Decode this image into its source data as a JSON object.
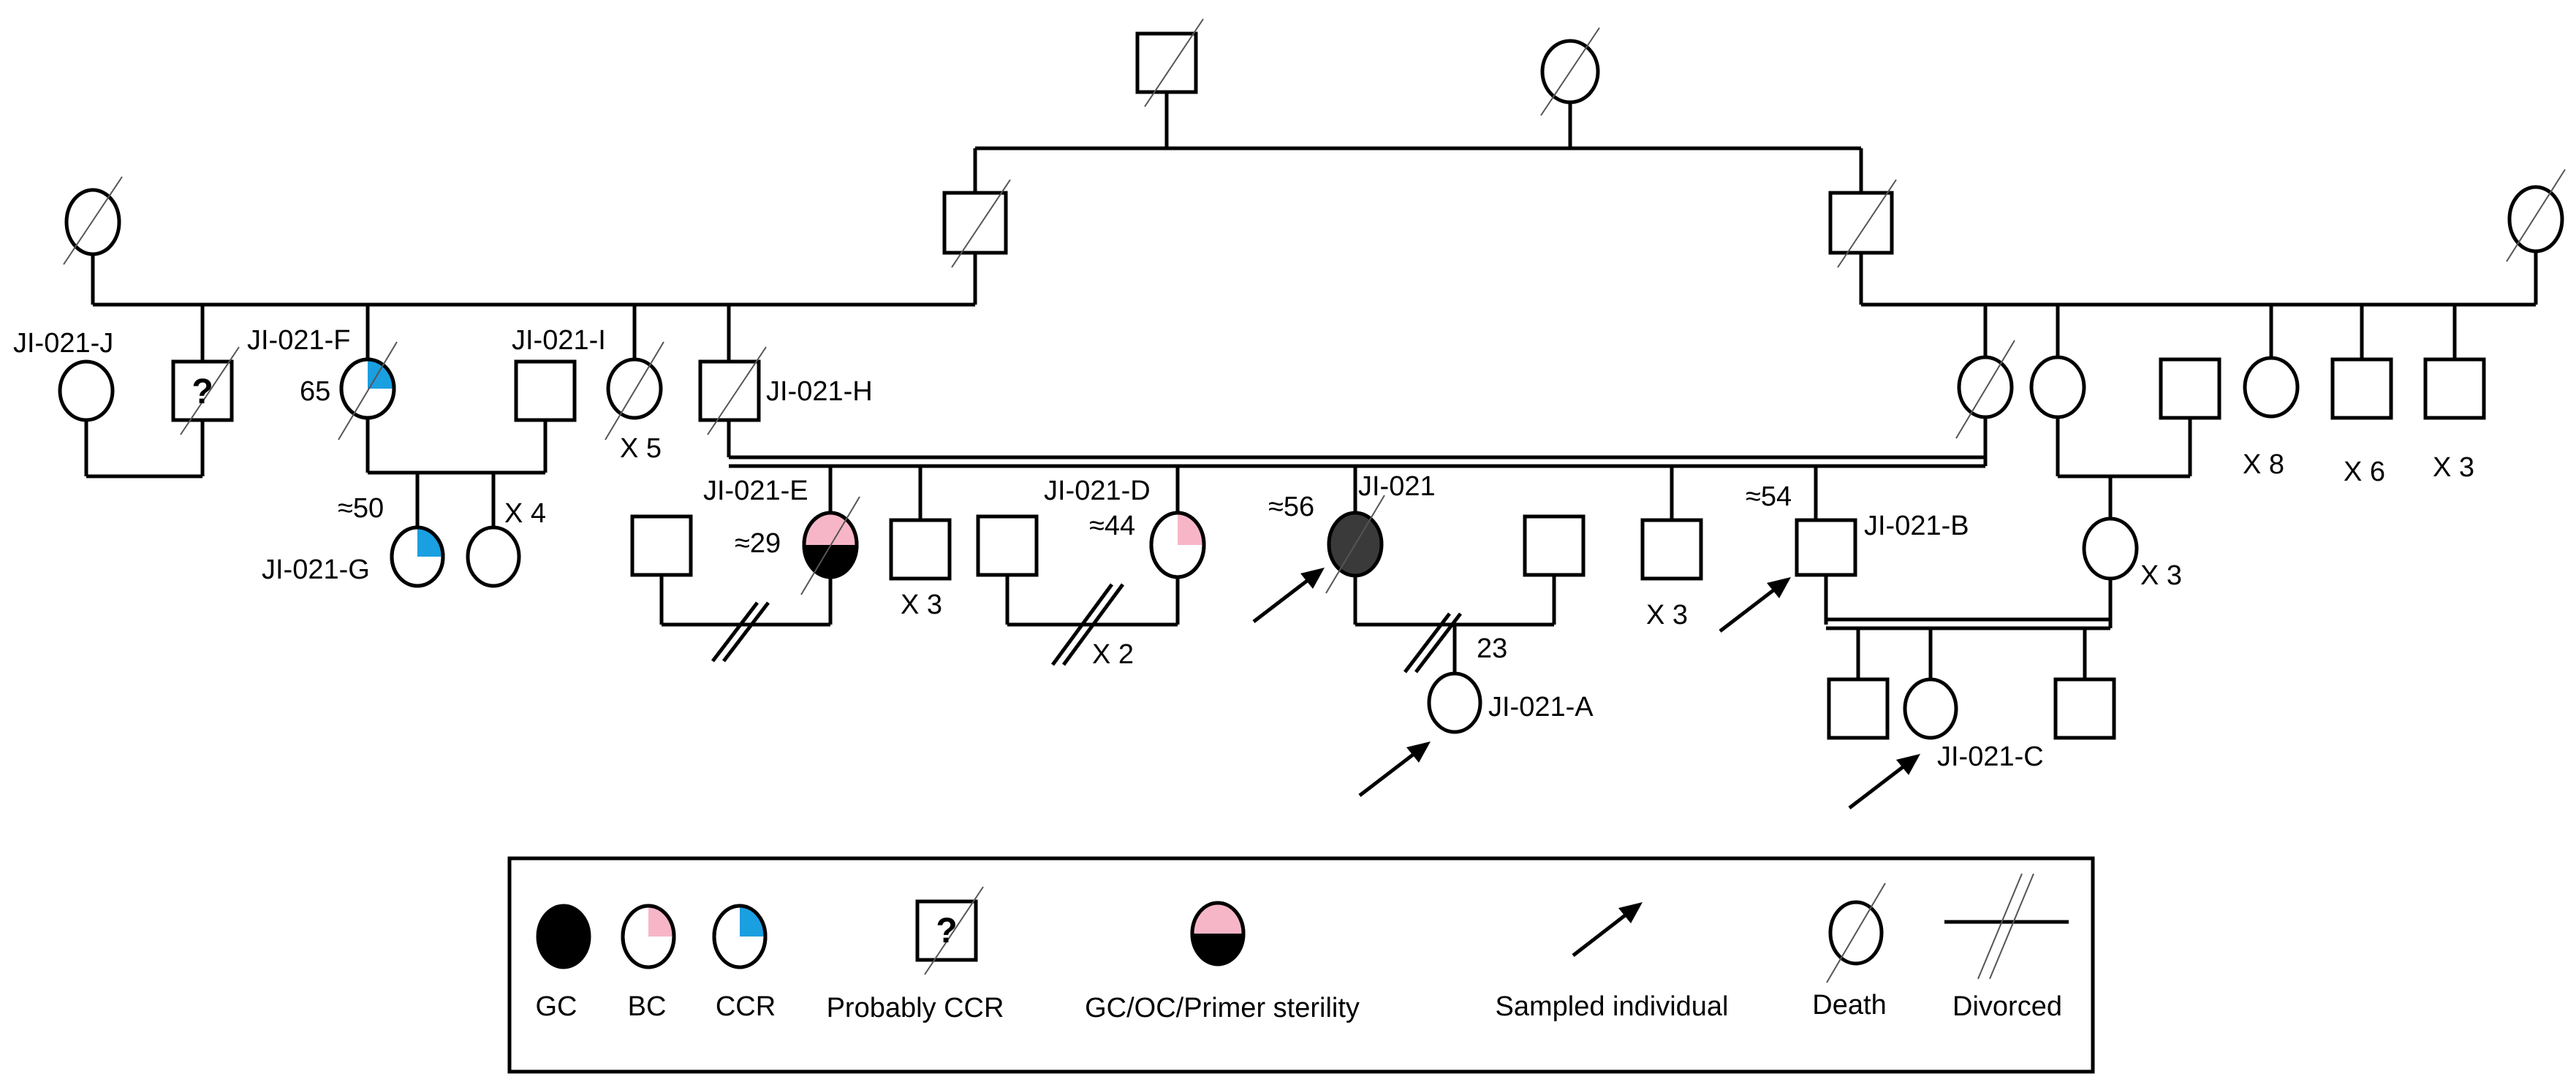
{
  "colors": {
    "gc": "#000000",
    "affected_dark": "#3a3a3a",
    "bc": "#f7b6c8",
    "ccr": "#1a9fe0",
    "line": "#000000"
  },
  "individuals": {
    "a": {
      "label": "JI-021-A",
      "note": "23"
    },
    "b": {
      "label": "JI-021-B",
      "age": "≈54"
    },
    "c": {
      "label": "JI-021-C"
    },
    "d": {
      "label": "JI-021-D",
      "age": "≈44"
    },
    "e": {
      "label": "JI-021-E",
      "age": "≈29"
    },
    "f": {
      "label": "JI-021-F",
      "age": "65"
    },
    "g": {
      "label": "JI-021-G",
      "age": "≈50"
    },
    "h": {
      "label": "JI-021-H"
    },
    "i": {
      "label": "JI-021-I"
    },
    "j": {
      "label": "JI-021-J"
    },
    "proband": {
      "label": "JI-021",
      "age": "≈56"
    }
  },
  "counts": {
    "i_sibs": "X 5",
    "g_sibs": "X 4",
    "e_sibs": "X 3",
    "d_sibs": "X 2",
    "mid_sibs": "X 3",
    "b_wife_sibs": "X 3",
    "r8": "X 8",
    "r6": "X 6",
    "r3": "X 3"
  },
  "probable_ccr_mark": "?",
  "legend": {
    "gc": "GC",
    "bc": "BC",
    "ccr": "CCR",
    "probably_ccr": "Probably CCR",
    "gc_oc": "GC/OC/Primer sterility",
    "sampled": "Sampled individual",
    "death": "Death",
    "divorced": "Divorced"
  }
}
